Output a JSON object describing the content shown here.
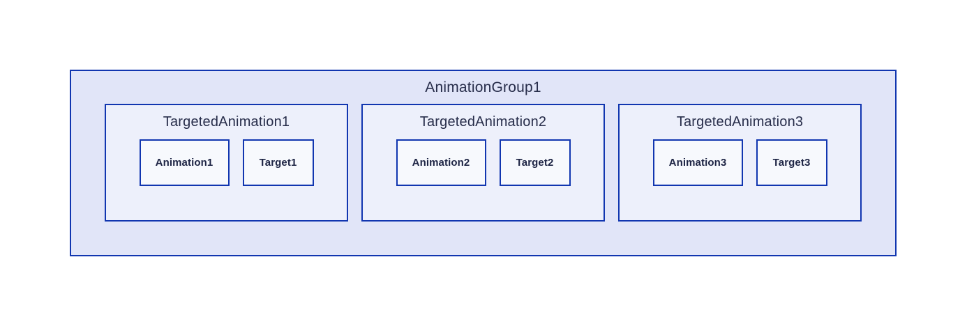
{
  "diagram": {
    "title": "AnimationGroup1",
    "groups": [
      {
        "title": "TargetedAnimation1",
        "nodes": [
          {
            "label": "Animation1"
          },
          {
            "label": "Target1"
          }
        ]
      },
      {
        "title": "TargetedAnimation2",
        "nodes": [
          {
            "label": "Animation2"
          },
          {
            "label": "Target2"
          }
        ]
      },
      {
        "title": "TargetedAnimation3",
        "nodes": [
          {
            "label": "Animation3"
          },
          {
            "label": "Target3"
          }
        ]
      }
    ]
  },
  "colors": {
    "border-blue": "#1136b0",
    "outer-fill": "#e1e5f8",
    "group-fill": "#edf0fb",
    "node-fill": "#f7f9fd",
    "title-text": "#272d4a",
    "node-text": "#1d2444",
    "canvas-bg": "#ffffff"
  }
}
